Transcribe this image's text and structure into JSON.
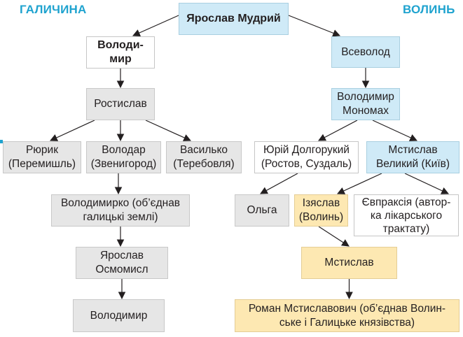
{
  "regions": {
    "left": "ГАЛИЧИНА",
    "right": "ВОЛИНЬ"
  },
  "colors": {
    "region_title": "#1fa3cf",
    "blue_box": "#cfeaf7",
    "gray_box": "#e6e6e6",
    "white_box": "#ffffff",
    "yellow_box": "#fde8b2",
    "arrow": "#231f20"
  },
  "nodes": {
    "yaroslav_mudryi": "Ярослав Мудрий",
    "volodymyr_1": "Володи-\nмир",
    "vsevolod": "Всеволод",
    "rostyslav": "Ростислав",
    "ryuryk": "Рюрик\n(Перемишль)",
    "volodar": "Володар\n(Звенигород)",
    "vasylko": "Василько\n(Теребовля)",
    "volodymyrko": "Володимирко (об’єднав\nгалицькі землі)",
    "yaroslav_osmomysl": "Ярослав\nОсмомисл",
    "volodymyr_2": "Володимир",
    "volodymyr_monomakh": "Володимир\nМономах",
    "yurii_dolgorukyi": "Юрій Долгорукий\n(Ростов, Суздаль)",
    "mstyslav_velykyi": "Мстислав\nВеликий (Київ)",
    "olha": "Ольга",
    "iziaslav": "Ізяслав\n(Волинь)",
    "yevpraksiia": "Євпраксія (автор-\nка лікарського\nтрактату)",
    "mstyslav": "Мстислав",
    "roman": "Роман Мстиславович (об’єднав Волин-\nське і Галицьке князівства)"
  },
  "edges": [
    [
      "yaroslav_mudryi",
      "volodymyr_1"
    ],
    [
      "yaroslav_mudryi",
      "vsevolod"
    ],
    [
      "volodymyr_1",
      "rostyslav"
    ],
    [
      "rostyslav",
      "ryuryk"
    ],
    [
      "rostyslav",
      "volodar"
    ],
    [
      "rostyslav",
      "vasylko"
    ],
    [
      "volodar",
      "volodymyrko"
    ],
    [
      "volodymyrko",
      "yaroslav_osmomysl"
    ],
    [
      "yaroslav_osmomysl",
      "volodymyr_2"
    ],
    [
      "vsevolod",
      "volodymyr_monomakh"
    ],
    [
      "volodymyr_monomakh",
      "yurii_dolgorukyi"
    ],
    [
      "volodymyr_monomakh",
      "mstyslav_velykyi"
    ],
    [
      "yurii_dolgorukyi",
      "olha"
    ],
    [
      "mstyslav_velykyi",
      "iziaslav"
    ],
    [
      "mstyslav_velykyi",
      "yevpraksiia"
    ],
    [
      "iziaslav",
      "mstyslav"
    ],
    [
      "mstyslav",
      "roman"
    ]
  ]
}
